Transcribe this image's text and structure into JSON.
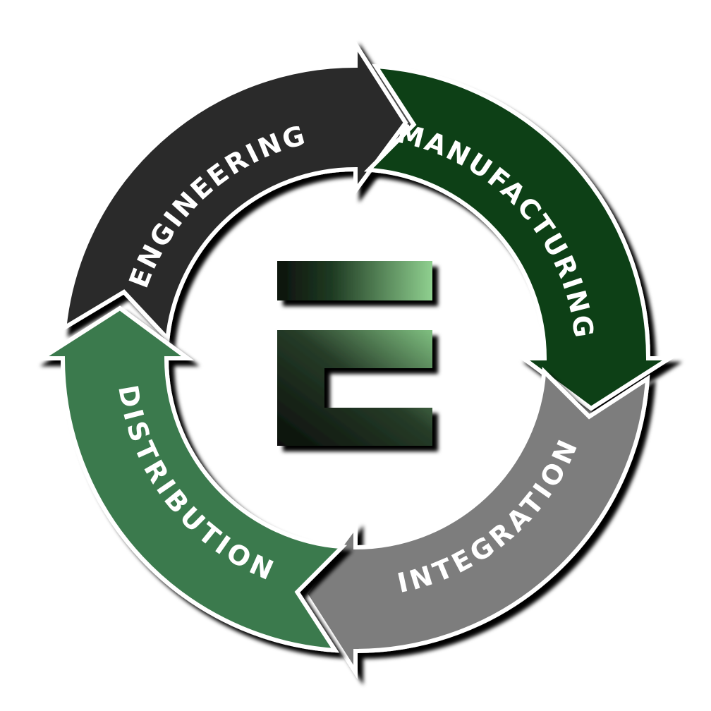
{
  "diagram": {
    "type": "cycle",
    "stages": [
      {
        "label": "ENGINEERING",
        "color": "#2b2b2b"
      },
      {
        "label": "MANUFACTURING",
        "color": "#0a3f15"
      },
      {
        "label": "INTEGRATION",
        "color": "#7d7d7d"
      },
      {
        "label": "DISTRIBUTION",
        "color": "#3b7a4d"
      }
    ],
    "logo": {
      "letter": "E",
      "light": "#8fd08f",
      "dark": "#0d120d"
    }
  }
}
